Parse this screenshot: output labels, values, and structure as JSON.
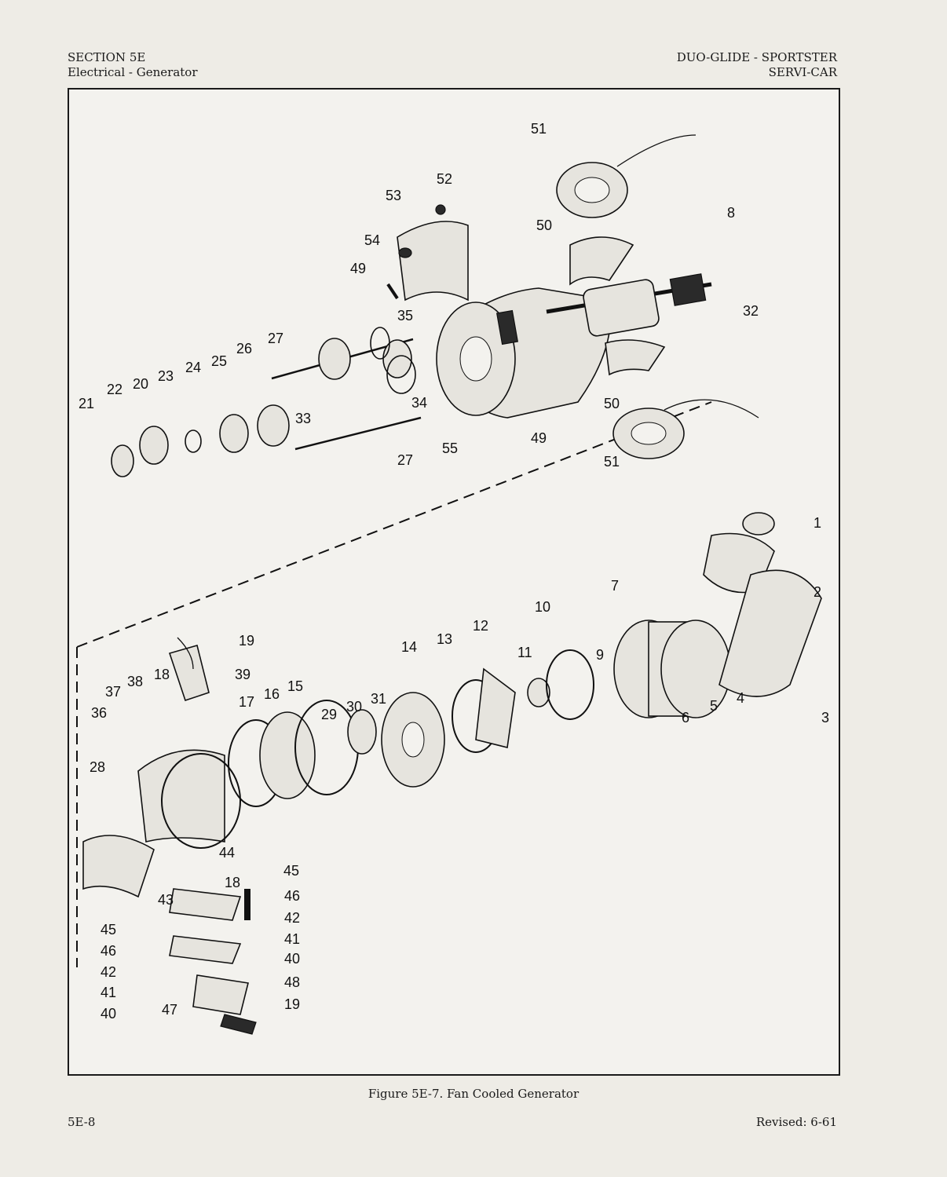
{
  "header": {
    "left_line1": "SECTION 5E",
    "left_line2": "Electrical - Generator",
    "right_line1": "DUO-GLIDE - SPORTSTER",
    "right_line2": "SERVI-CAR"
  },
  "figure": {
    "callouts": [
      "51",
      "52",
      "53",
      "54",
      "50",
      "8",
      "49",
      "35",
      "32",
      "27",
      "26",
      "25",
      "24",
      "23",
      "20",
      "22",
      "21",
      "34",
      "33",
      "55",
      "50",
      "49",
      "51",
      "27",
      "1",
      "7",
      "2",
      "10",
      "12",
      "13",
      "14",
      "11",
      "9",
      "6",
      "5",
      "4",
      "3",
      "19",
      "18",
      "39",
      "37",
      "38",
      "36",
      "17",
      "16",
      "15",
      "29",
      "30",
      "31",
      "28",
      "44",
      "45",
      "18",
      "46",
      "42",
      "41",
      "40",
      "43",
      "45",
      "46",
      "42",
      "41",
      "40",
      "47",
      "48",
      "19"
    ]
  },
  "caption": "Figure 5E-7.  Fan Cooled Generator",
  "footer": {
    "left": "5E-8",
    "right": "Revised:  6-61"
  }
}
